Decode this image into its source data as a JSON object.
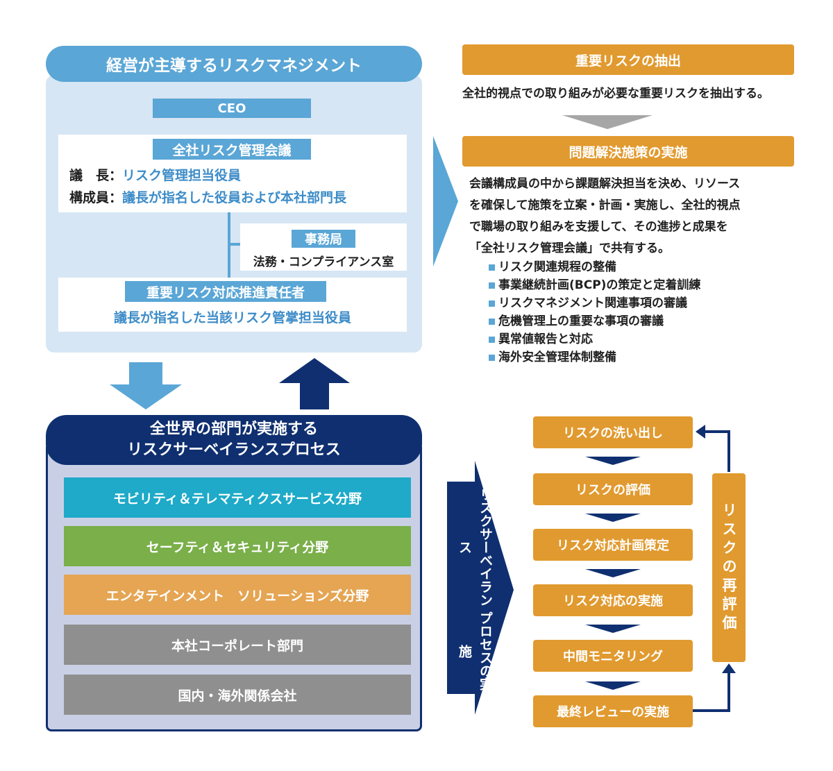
{
  "governance": {
    "header": "経営が主導するリスクマネジメント",
    "ceo": "CEO",
    "council": {
      "title": "全社リスク管理会議",
      "chair_key": "議　長：",
      "chair_val": "リスク管理担当役員",
      "members_key": "構成員：",
      "members_val": "議長が指名した役員および本社部門長"
    },
    "secretariat": {
      "title": "事務局",
      "dept": "法務・コンプライアンス室"
    },
    "promoter": {
      "title": "重要リスク対応推進責任者",
      "desc": "議長が指名した当該リスク管掌担当役員"
    }
  },
  "extraction": {
    "title": "重要リスクの抽出",
    "desc": "全社的視点での取り組みが必要な重要リスクを抽出する。"
  },
  "solution": {
    "title": "問題解決施策の実施",
    "desc_lines": [
      "会議構成員の中から課題解決担当を決め、リソース",
      "を確保して施策を立案・計画・実施し、全社的視点",
      "で職場の取り組みを支援して、その進捗と成果を",
      "「全社リスク管理会議」で共有する。"
    ],
    "measures": [
      "リスク関連規程の整備",
      "事業継続計画(BCP)の策定と定着訓練",
      "リスクマネジメント関連事項の審議",
      "危機管理上の重要な事項の審議",
      "異常値報告と対応",
      "海外安全管理体制整備"
    ]
  },
  "surveillance": {
    "header_line1": "全世界の部門が実施する",
    "header_line2": "リスクサーベイランスプロセス",
    "divisions": [
      {
        "label": "モビリティ＆テレマティクスサービス分野",
        "color": "#1eaac8"
      },
      {
        "label": "セーフティ＆セキュリティ分野",
        "color": "#7aaf4a"
      },
      {
        "label": "エンタテインメント　ソリューションズ分野",
        "color": "#e5a553"
      },
      {
        "label": "本社コーポレート部門",
        "color": "#8f8f8f"
      },
      {
        "label": "国内・海外関係会社",
        "color": "#8f8f8f"
      }
    ]
  },
  "process": {
    "label_line1": "リスクサーベイランス",
    "label_line2": "プロセスの実施",
    "steps": [
      "リスクの洗い出し",
      "リスクの評価",
      "リスク対応計画策定",
      "リスク対応の実施",
      "中間モニタリング",
      "最終レビューの実施"
    ],
    "reevaluation": "リスクの再評価"
  },
  "colors": {
    "light_blue": "#5aa6d6",
    "navy": "#0f2f70",
    "orange": "#e19a2f",
    "panel_blue": "#d7e6f4",
    "gray_arrow": "#a6a6a6"
  }
}
